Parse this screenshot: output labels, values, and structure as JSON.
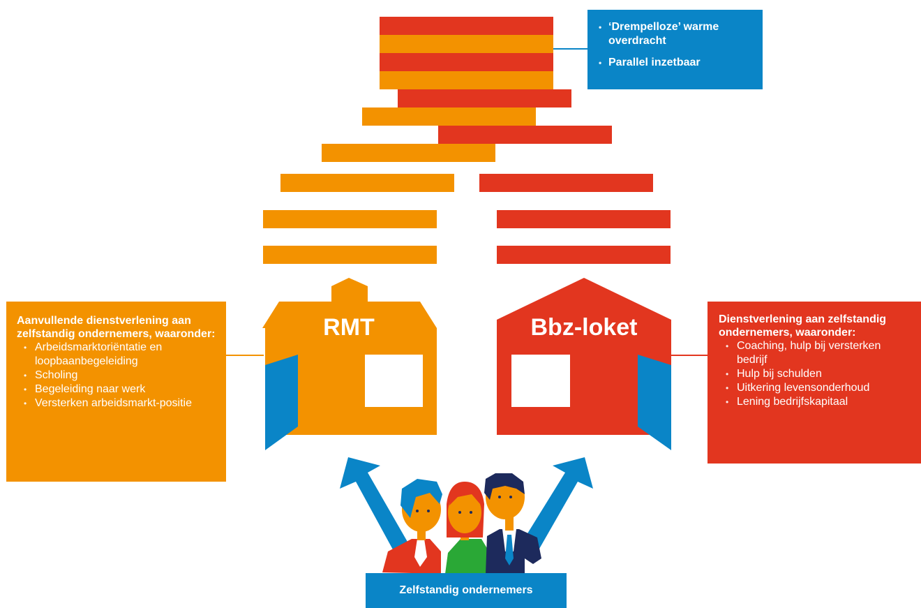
{
  "top_box": {
    "items": [
      "‘Drempelloze’ warme overdracht",
      "Parallel inzetbaar"
    ]
  },
  "rmt": {
    "label": "RMT"
  },
  "bbz": {
    "label": "Bbz-loket"
  },
  "left_box": {
    "heading": "Aanvullende dienstverlening aan zelfstandig ondernemers, waaronder:",
    "items": [
      "Arbeidsmarktoriëntatie en loopbaanbegeleiding",
      "Scholing",
      "Begeleiding naar werk",
      "Versterken arbeidsmarkt-positie"
    ]
  },
  "right_box": {
    "heading": "Dienstverlening aan zelfstandig ondernemers, waaronder:",
    "items": [
      "Coaching, hulp bij versterken bedrijf",
      "Hulp bij schulden",
      "Uitkering levensonderhoud",
      "Lening bedrijfskapitaal"
    ]
  },
  "caption": "Zelfstandig ondernemers",
  "colors": {
    "orange": "#f39200",
    "red": "#e2361f",
    "blue": "#0a85c7",
    "navy": "#1d2a5c",
    "green": "#2aa836"
  }
}
